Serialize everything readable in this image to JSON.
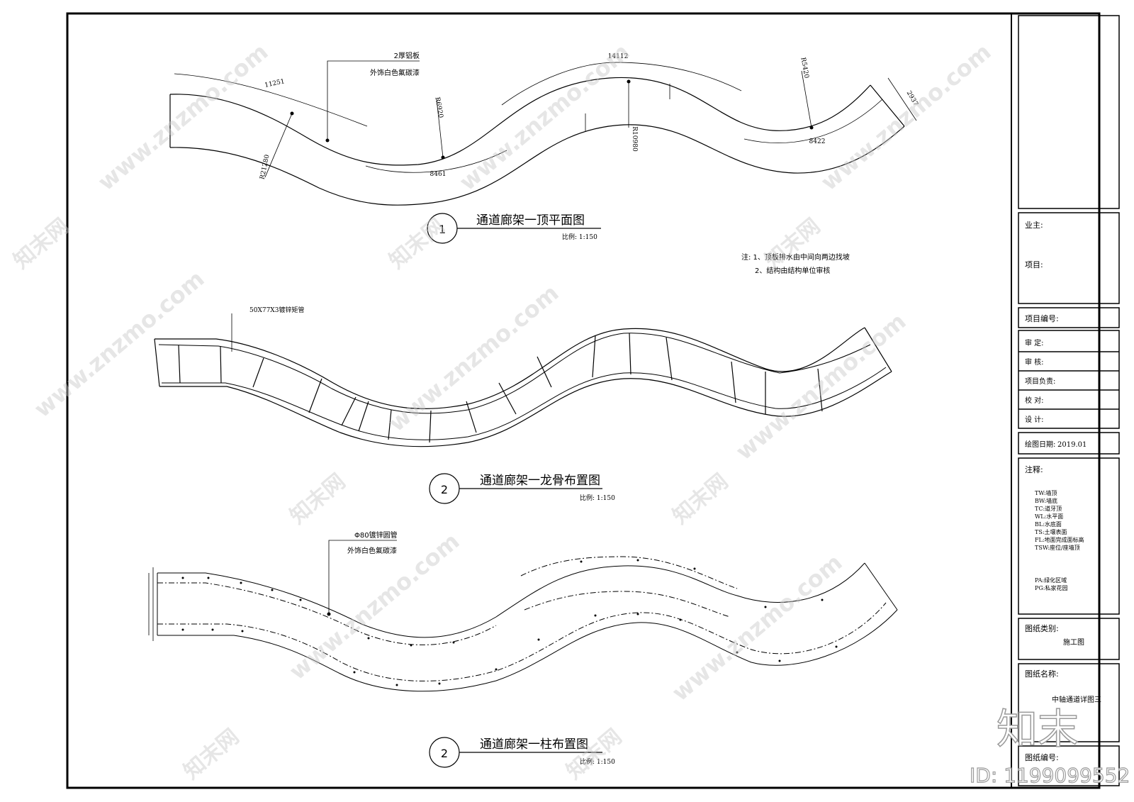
{
  "drawing1": {
    "number": "1",
    "title": "通道廊架一顶平面图",
    "scale": "比例: 1:150",
    "callout": [
      "2厚铝板",
      "外饰白色氟碳漆"
    ],
    "dims": [
      "11251",
      "14112",
      "8461",
      "8422",
      "2937"
    ],
    "radii": [
      "R21280",
      "R6920",
      "R10980",
      "R5420"
    ],
    "notes": [
      "注: 1、顶板排水由中间向两边找坡",
      "2、结构由结构单位审核"
    ]
  },
  "drawing2": {
    "number": "2",
    "title": "通道廊架一龙骨布置图",
    "scale": "比例: 1:150",
    "callout": "50X77X3镀锌矩管"
  },
  "drawing3": {
    "number": "2",
    "title": "通道廊架一柱布置图",
    "scale": "比例: 1:150",
    "callout": [
      "Φ80镀锌圆管",
      "外饰白色氟碳漆"
    ]
  },
  "titleblock": {
    "owner": "业主:",
    "project": "项目:",
    "project_no": "项目编号:",
    "approve": "审    定:",
    "review": "审    核:",
    "lead": "项目负责:",
    "check": "校    对:",
    "design": "设    计:",
    "date_label": "绘图日期:",
    "date": "2019.01",
    "notes_label": "注释:",
    "legend": [
      "TW:墙顶",
      "BW:墙底",
      "TC:道牙顶",
      "WL:水平面",
      "BL:水底面",
      "TS:土壤表面",
      "FL:地面完成面标高",
      "TSW:座位/座墙顶"
    ],
    "legend2": [
      "PA:绿化区域",
      "PG:私家花园"
    ],
    "category_label": "图纸类别:",
    "category": "施工图",
    "name_label": "图纸名称:",
    "name": "中轴通道详图三",
    "number_label": "图纸编号:"
  },
  "watermark": {
    "site": "www.znzmo.com",
    "brand": "知末",
    "cn": "知末网",
    "id": "ID: 1199099552"
  }
}
